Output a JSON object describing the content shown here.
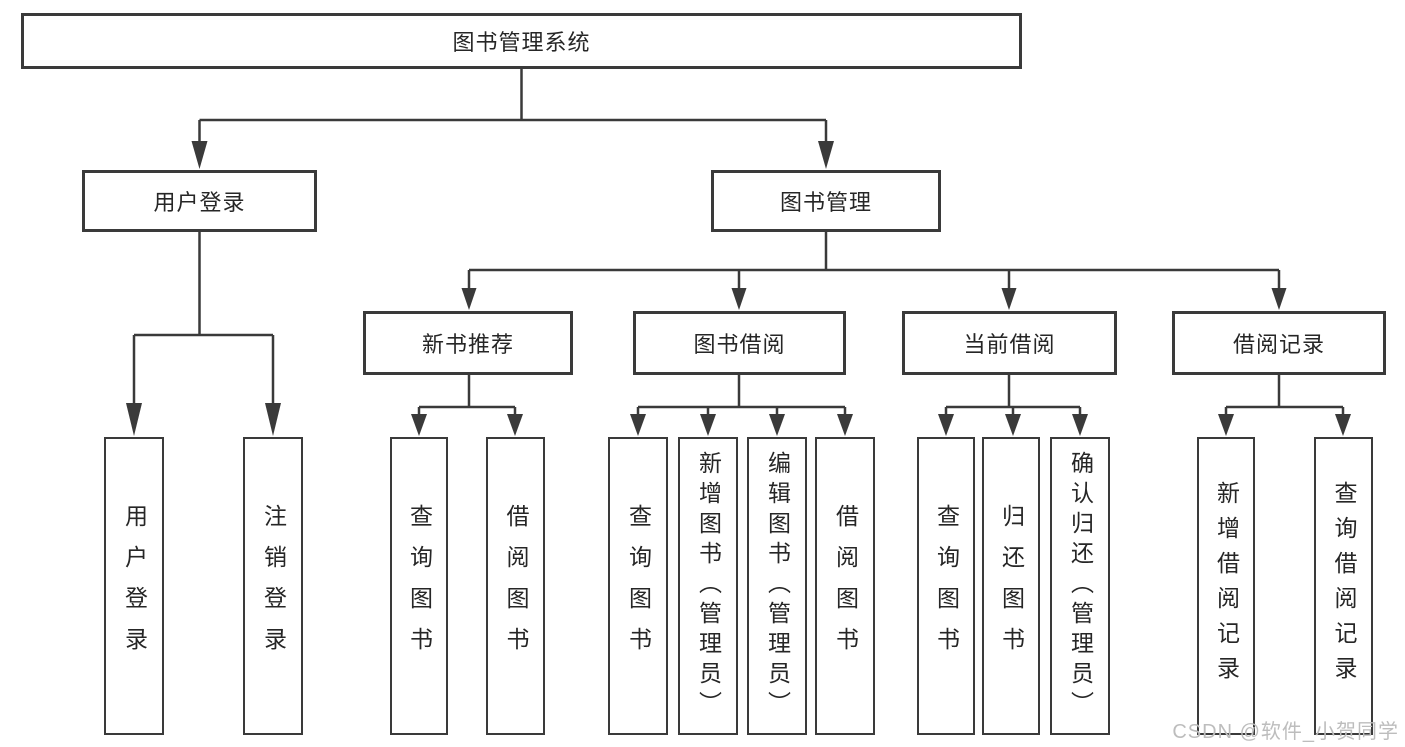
{
  "diagram": {
    "title": "图书管理系统",
    "level2": [
      {
        "label": "用户登录"
      },
      {
        "label": "图书管理"
      }
    ],
    "level3": [
      {
        "label": "新书推荐"
      },
      {
        "label": "图书借阅"
      },
      {
        "label": "当前借阅"
      },
      {
        "label": "借阅记录"
      }
    ],
    "leaves": [
      {
        "label": "用户登录"
      },
      {
        "label": "注销登录"
      },
      {
        "label": "查询图书"
      },
      {
        "label": "借阅图书"
      },
      {
        "label": "查询图书"
      },
      {
        "label": "新增图书（管理员）"
      },
      {
        "label": "编辑图书（管理员）"
      },
      {
        "label": "借阅图书"
      },
      {
        "label": "查询图书"
      },
      {
        "label": "归还图书"
      },
      {
        "label": "确认归还（管理员）"
      },
      {
        "label": "新增借阅记录"
      },
      {
        "label": "查询借阅记录"
      }
    ],
    "colors": {
      "line": "#3a3a3a",
      "text": "#262626",
      "background": "#ffffff",
      "watermark": "#bdbdbd"
    },
    "watermark": "CSDN @软件_小贺同学"
  }
}
